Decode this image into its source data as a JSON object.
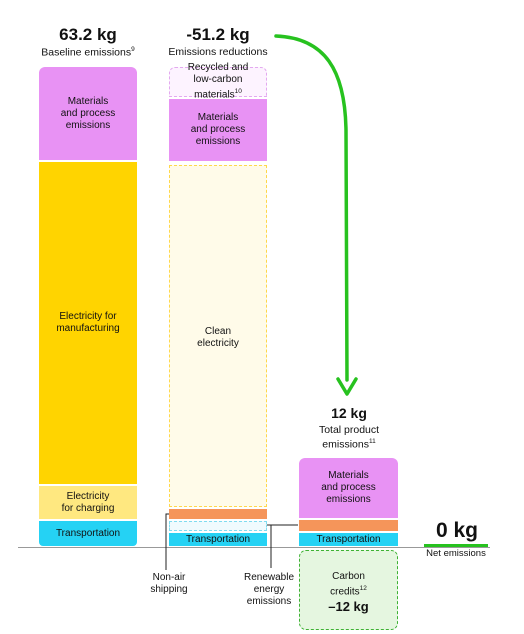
{
  "colors": {
    "materials": "#e892f4",
    "electricity": "#ffd400",
    "charging": "#ffe880",
    "transportation": "#25d2f4",
    "shipping_orange": "#f5955a",
    "clean_fill": "#fffbe9",
    "clean_border": "#ffd84a",
    "recycled_fill": "#fdf3ff",
    "recycled_border": "#e3a9ef",
    "credits_fill": "#e5f6e0",
    "credits_border": "#3eb234",
    "arrow_green": "#27c21f",
    "baseline_line": "#999999"
  },
  "chart_data": {
    "type": "bar",
    "bars": [
      {
        "value_label": "63.2 kg",
        "caption": "Baseline emissions",
        "caption_sup": "9",
        "segments": [
          {
            "label": "Materials\nand process\nemissions",
            "kind": "materials"
          },
          {
            "label": "Electricity for\nmanufacturing",
            "kind": "electricity"
          },
          {
            "label": "Electricity\nfor charging",
            "kind": "charging"
          },
          {
            "label": "Transportation",
            "kind": "transportation"
          }
        ]
      },
      {
        "value_label": "-51.2 kg",
        "caption": "Emissions reductions",
        "segments": [
          {
            "label": "Recycled and\nlow-carbon materials",
            "label_sup": "10",
            "kind": "recycled"
          },
          {
            "label": "Materials\nand process\nemissions",
            "kind": "materials"
          },
          {
            "label": "Clean\nelectricity",
            "kind": "clean"
          },
          {
            "label": "",
            "kind": "shipping"
          },
          {
            "label": "",
            "kind": "renewable"
          },
          {
            "label": "Transportation",
            "kind": "transportation"
          }
        ]
      },
      {
        "value_label": "12 kg",
        "caption": "Total product\nemissions",
        "caption_sup": "11",
        "segments": [
          {
            "label": "Materials\nand process\nemissions",
            "kind": "materials"
          },
          {
            "label": "",
            "kind": "shipping"
          },
          {
            "label": "Transportation",
            "kind": "transportation"
          }
        ]
      },
      {
        "caption": "Carbon\ncredits",
        "caption_sup": "12",
        "value_label": "–12 kg",
        "kind": "credits"
      }
    ],
    "annotations": {
      "non_air": "Non-air\nshipping",
      "renewable": "Renewable\nenergy\nemissions"
    },
    "net": {
      "value_label": "0 kg",
      "caption": "Net emissions"
    }
  }
}
